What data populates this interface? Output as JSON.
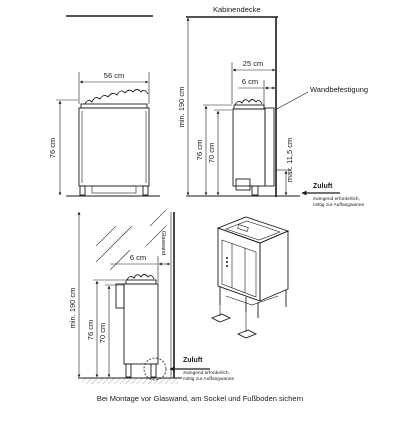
{
  "top_left": {
    "width_label": "56 cm",
    "height_label": "76 cm"
  },
  "top_right": {
    "ceiling_label": "Kabinendecke",
    "wall_distance_label": "25 cm",
    "side_gap_label": "6 cm",
    "wall_mount_label": "Wandbefestigung",
    "total_height_label": "min. 190 cm",
    "height_76_label": "76 cm",
    "height_70_label": "70 cm",
    "floor_gap_label": "max. 11,5 cm",
    "airflow_title": "Zuluft",
    "airflow_note_1": "zwingend erforderlich,",
    "airflow_note_2": "mittig zur Auffangwanne"
  },
  "bottom_left": {
    "glass_wall_label": "Glaswand",
    "side_gap_label": "6 cm",
    "total_height_label": "min. 190 cm",
    "height_76_label": "76 cm",
    "height_70_label": "70 cm",
    "airflow_title": "Zuluft",
    "airflow_note_1": "zwingend erforderlich,",
    "airflow_note_2": "mittig zur Auffangwanne"
  },
  "caption": "Bei Montage vor Glaswand, am Sockel und Fußboden sichern"
}
